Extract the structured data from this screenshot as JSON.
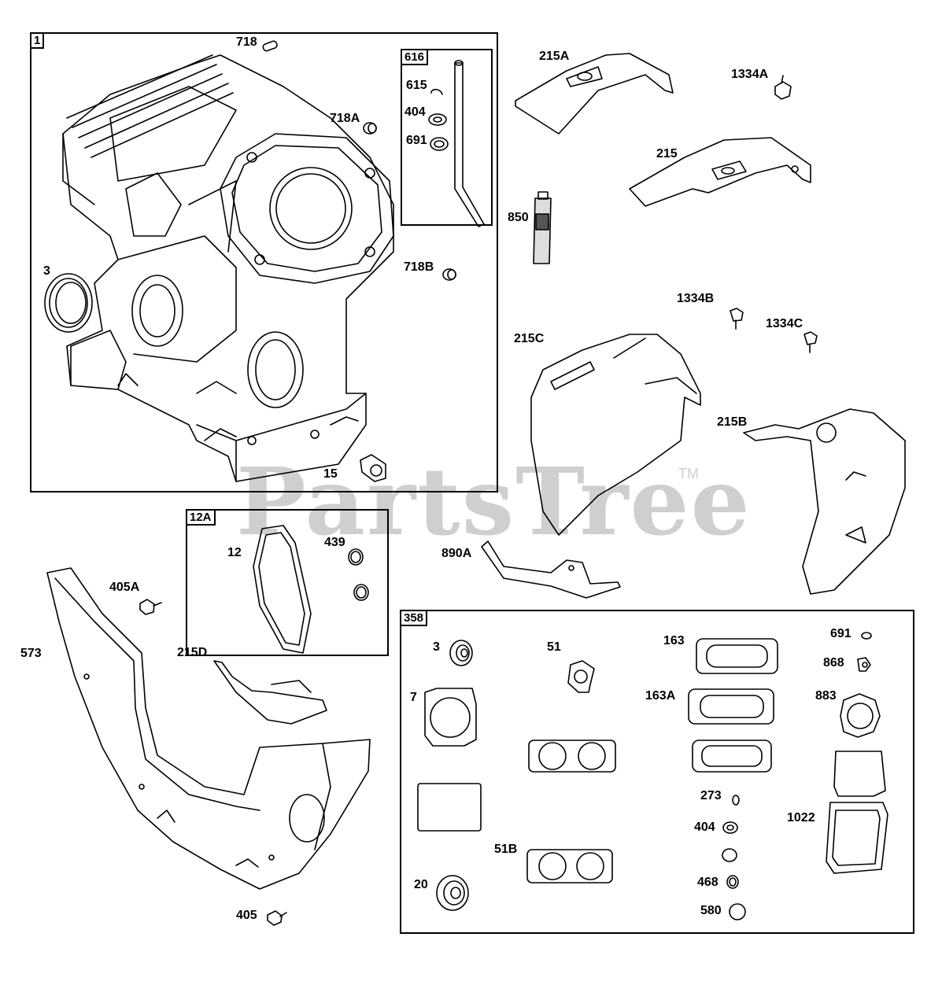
{
  "watermark": {
    "text": "PartsTree",
    "tm": "TM"
  },
  "groups": {
    "g1": "1",
    "g616": "616",
    "g12a": "12A",
    "g358": "358"
  },
  "labels": {
    "l718": "718",
    "l616_615": "615",
    "l616_404": "404",
    "l616_691": "691",
    "l718a": "718A",
    "l3": "3",
    "l718b": "718B",
    "l15": "15",
    "l215a": "215A",
    "l1334a": "1334A",
    "l215": "215",
    "l850": "850",
    "l1334b": "1334B",
    "l1334c": "1334C",
    "l215c": "215C",
    "l215b": "215B",
    "l890a": "890A",
    "l12": "12",
    "l439": "439",
    "l405a": "405A",
    "l573": "573",
    "l215d": "215D",
    "l405": "405",
    "k3": "3",
    "k51": "51",
    "k163": "163",
    "k691": "691",
    "k868": "868",
    "k7": "7",
    "k163a": "163A",
    "k883": "883",
    "k273": "273",
    "k404": "404",
    "k1022": "1022",
    "k51b": "51B",
    "k20": "20",
    "k468": "468",
    "k580": "580"
  }
}
